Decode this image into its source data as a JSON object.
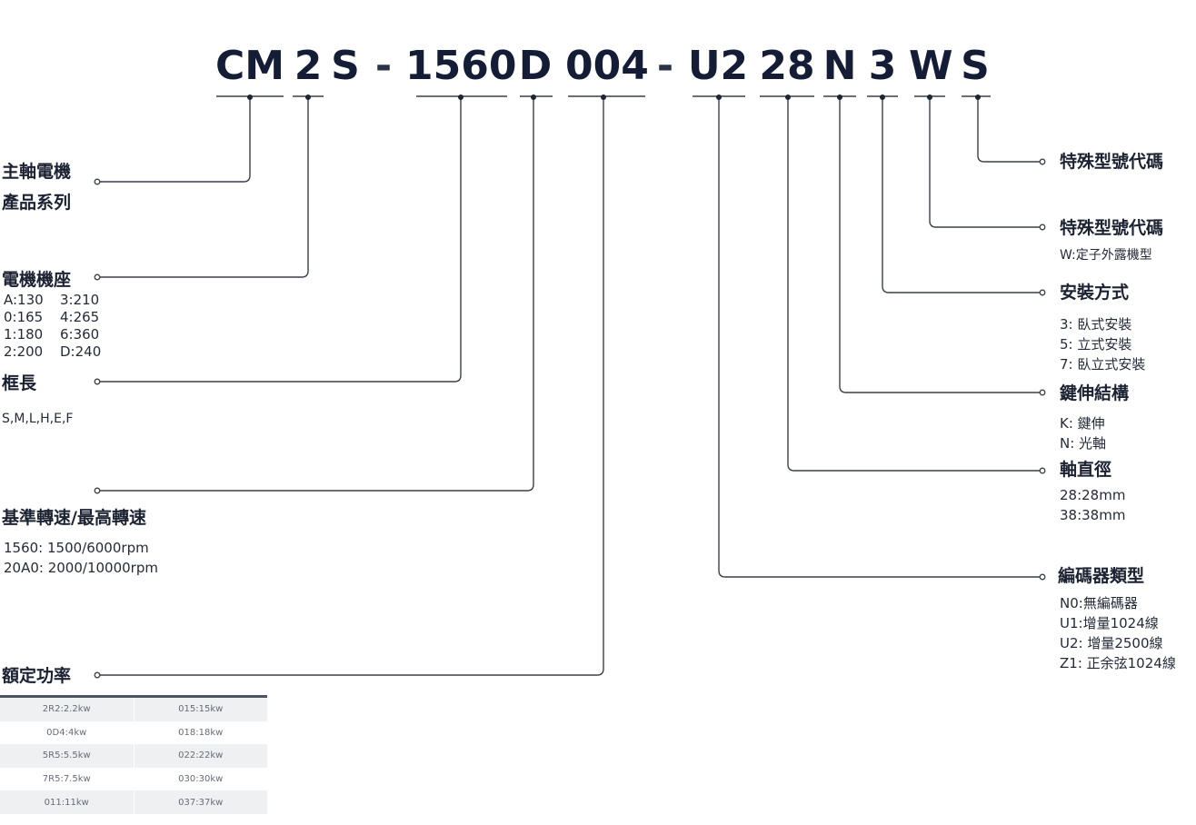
{
  "code_segments": [
    {
      "id": "cm",
      "text": "CM"
    },
    {
      "id": "frame",
      "text": "2"
    },
    {
      "id": "s",
      "text": "S"
    },
    {
      "id": "dash1",
      "text": "-"
    },
    {
      "id": "length_speed",
      "text": "1560"
    },
    {
      "id": "d",
      "text": "D"
    },
    {
      "id": "power",
      "text": "004"
    },
    {
      "id": "dash2",
      "text": "-"
    },
    {
      "id": "encoder",
      "text": "U2"
    },
    {
      "id": "shaft",
      "text": "28"
    },
    {
      "id": "key",
      "text": "N"
    },
    {
      "id": "mount",
      "text": "3"
    },
    {
      "id": "w",
      "text": "W"
    },
    {
      "id": "special",
      "text": "S"
    }
  ],
  "left_labels": {
    "series": {
      "title_line1": "主軸電機",
      "title_line2": "產品系列"
    },
    "frame": {
      "title": "電機機座",
      "rows": [
        [
          "A:130",
          "3:210"
        ],
        [
          "0:165",
          "4:265"
        ],
        [
          "1:180",
          "6:360"
        ],
        [
          "2:200",
          "D:240"
        ]
      ]
    },
    "length": {
      "title": "框長",
      "desc": "S,M,L,H,E,F"
    },
    "speed": {
      "title": "基準轉速/最高轉速",
      "rows": [
        "1560:   1500/6000rpm",
        "20A0:   2000/10000rpm"
      ]
    },
    "power": {
      "title": "額定功率"
    }
  },
  "right_labels": {
    "special_s": {
      "title": "特殊型號代碼"
    },
    "special_w": {
      "title": "特殊型號代碼",
      "desc": "W:定子外露機型"
    },
    "mount": {
      "title": "安裝方式",
      "rows": [
        "3:   臥式安裝",
        "5:   立式安裝",
        "7:   臥立式安裝"
      ]
    },
    "key": {
      "title": "鍵伸結構",
      "rows": [
        "K:   鍵伸",
        "N:   光軸"
      ]
    },
    "shaft": {
      "title": "軸直徑",
      "rows": [
        "28:28mm",
        "38:38mm"
      ]
    },
    "encoder": {
      "title": "編碼器類型",
      "rows": [
        "N0:無編碼器",
        "U1:增量1024線",
        "U2:   增量2500線",
        "Z1:   正余弦1024線"
      ]
    }
  },
  "power_table": [
    [
      "2R2:2.2kw",
      "015:15kw"
    ],
    [
      "0D4:4kw",
      "018:18kw"
    ],
    [
      "5R5:5.5kw",
      "022:22kw"
    ],
    [
      "7R5:7.5kw",
      "030:30kw"
    ],
    [
      "011:11kw",
      "037:37kw"
    ]
  ],
  "colors": {
    "line": "#3a3f4a",
    "text": "#1d2433",
    "table_stripe": "#eef0f2"
  }
}
